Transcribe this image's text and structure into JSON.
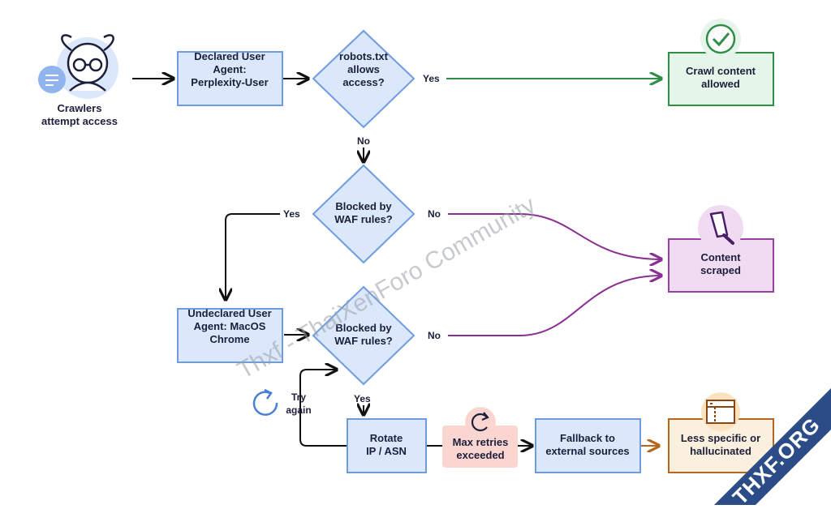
{
  "nodes": {
    "crawlers": "Crawlers\nattempt access",
    "declared_ua": "Declared User\nAgent:\nPerplexity-User",
    "robots": "robots.txt\nallows\naccess?",
    "crawl_allowed": "Crawl content\nallowed",
    "waf1": "Blocked by\nWAF rules?",
    "content_scraped": "Content\nscraped",
    "undeclared_ua": "Undeclared User\nAgent: MacOS\nChrome",
    "waf2": "Blocked by\nWAF rules?",
    "rotate": "Rotate\nIP / ASN",
    "max_retries": "Max retries\nexceeded",
    "fallback": "Fallback to\nexternal sources",
    "less_specific": "Less specific or\nhallucinated"
  },
  "edge_labels": {
    "robots_yes": "Yes",
    "robots_no": "No",
    "waf1_yes": "Yes",
    "waf1_no": "No",
    "waf2_no": "No",
    "waf2_yes": "Yes",
    "try_again": "Try\nagain"
  },
  "watermark": {
    "text": "Thxf - ThaiXenForo Community",
    "corner": "THXF.ORG"
  },
  "colors": {
    "blue_fill": "#dbe8fb",
    "blue_stroke": "#6f9be0",
    "green_fill": "#e6f5ea",
    "green_stroke": "#2f8f46",
    "purple_fill": "#f0dbf3",
    "purple_stroke": "#9a3fa3",
    "orange_fill": "#fbefdd",
    "orange_stroke": "#b8651e",
    "pink_fill": "#fbd6d1",
    "edge": "#111111",
    "corner_banner": "#2b4c86"
  },
  "icons": {
    "crawler": "crawler-bot-icon",
    "check": "check-circle-icon",
    "scrape": "scraper-tool-icon",
    "retry": "refresh-icon",
    "window": "browser-window-icon"
  }
}
